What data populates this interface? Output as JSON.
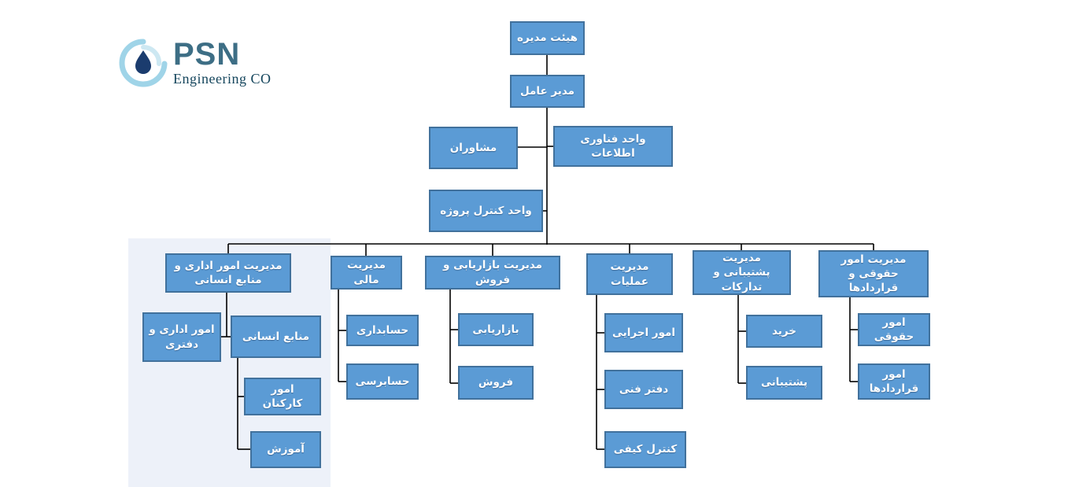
{
  "logo": {
    "acronym": "PSN",
    "subtitle": "Engineering CO"
  },
  "chart": {
    "board": "هیئت مدیره",
    "ceo": "مدیر عامل",
    "staff_units": {
      "consultants": "مشاوران",
      "it_unit": "واحد فناوری اطلاعات",
      "project_control": "واحد کنترل پروژه"
    },
    "departments": {
      "admin_hr": {
        "label": "مدیریت امور اداری و منابع انسانی",
        "admin_office": "امور اداری و دفتری",
        "hr": {
          "label": "منابع انسانی",
          "employee_affairs": "امور کارکنان",
          "training": "آموزش"
        }
      },
      "finance": {
        "label": "مدیریت مالی",
        "accounting": "حسابداری",
        "auditing": "حسابرسی"
      },
      "marketing_sales": {
        "label": "مدیریت بازاریابی و فروش",
        "marketing": "بازاریابی",
        "sales": "فروش"
      },
      "operations": {
        "label": "مدیریت عملیات",
        "executive_affairs": "امور اجرایی",
        "technical_office": "دفتر فنی",
        "quality_control": "کنترل کیفی"
      },
      "support_procurement": {
        "label": "مدیریت پشتیبانی و تدارکات",
        "purchasing": "خرید",
        "support": "پشتیبانی"
      },
      "legal_contracts": {
        "label": "مدیریت امور حقوقی و قراردادها",
        "legal_affairs": "امور حقوقی",
        "contract_affairs": "امور قراردادها"
      }
    }
  },
  "colors": {
    "node_fill": "#5b9bd5",
    "node_border": "#41719c",
    "node_text": "#ffffff",
    "connector": "#000000",
    "logo_accent_light": "#9fd4e8",
    "logo_drop": "#1b3c6e"
  }
}
